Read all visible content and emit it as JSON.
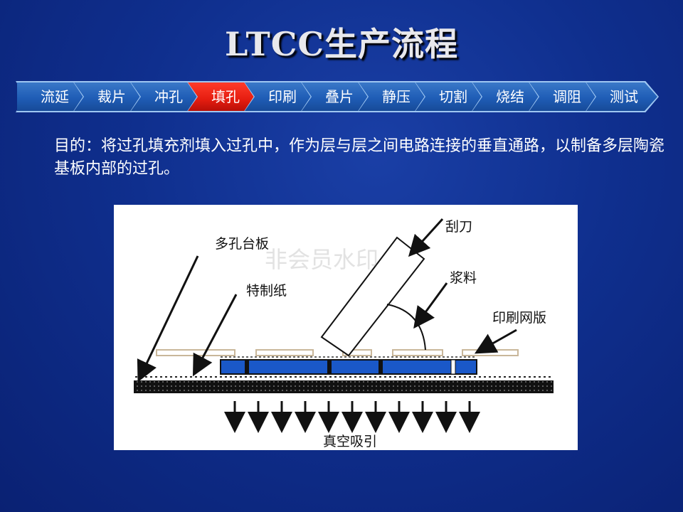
{
  "slide": {
    "title": "LTCC生产流程",
    "purpose": "目的：将过孔填充剂填入过孔中，作为层与层之间电路连接的垂直通路，以制备多层陶瓷基板内部的过孔。"
  },
  "process_steps": [
    {
      "label": "流延",
      "active": false
    },
    {
      "label": "裁片",
      "active": false
    },
    {
      "label": "冲孔",
      "active": false
    },
    {
      "label": "填孔",
      "active": true
    },
    {
      "label": "印刷",
      "active": false
    },
    {
      "label": "叠片",
      "active": false
    },
    {
      "label": "静压",
      "active": false
    },
    {
      "label": "切割",
      "active": false
    },
    {
      "label": "烧结",
      "active": false
    },
    {
      "label": "调阻",
      "active": false
    },
    {
      "label": "测试",
      "active": false
    }
  ],
  "diagram": {
    "labels": {
      "multi_hole_plate": "多孔台板",
      "special_paper": "特制纸",
      "squeegee": "刮刀",
      "paste": "浆料",
      "printing_screen": "印刷网版",
      "vacuum": "真空吸引"
    },
    "watermark": "非会员水印"
  },
  "colors": {
    "active_step": "#e51d10",
    "step": "#1f5db6",
    "background": "#0f2f8e"
  }
}
